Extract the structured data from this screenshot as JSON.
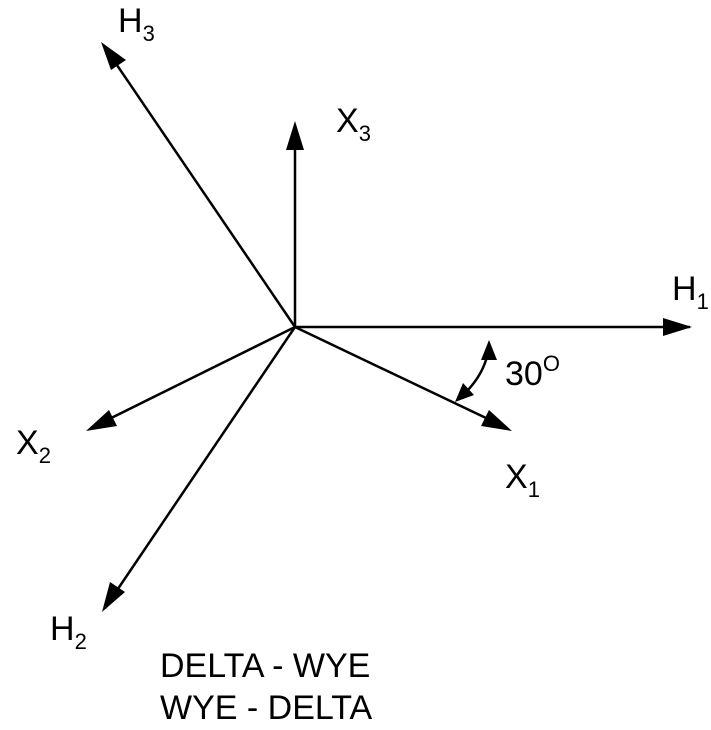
{
  "labels": {
    "h1": {
      "letter": "H",
      "sub": "1"
    },
    "h2": {
      "letter": "H",
      "sub": "2"
    },
    "h3": {
      "letter": "H",
      "sub": "3"
    },
    "x1": {
      "letter": "X",
      "sub": "1"
    },
    "x2": {
      "letter": "X",
      "sub": "2"
    },
    "x3": {
      "letter": "X",
      "sub": "3"
    }
  },
  "angle": {
    "value": "30",
    "unit_sup": "O"
  },
  "caption": {
    "line1": "DELTA - WYE",
    "line2": "WYE - DELTA"
  }
}
